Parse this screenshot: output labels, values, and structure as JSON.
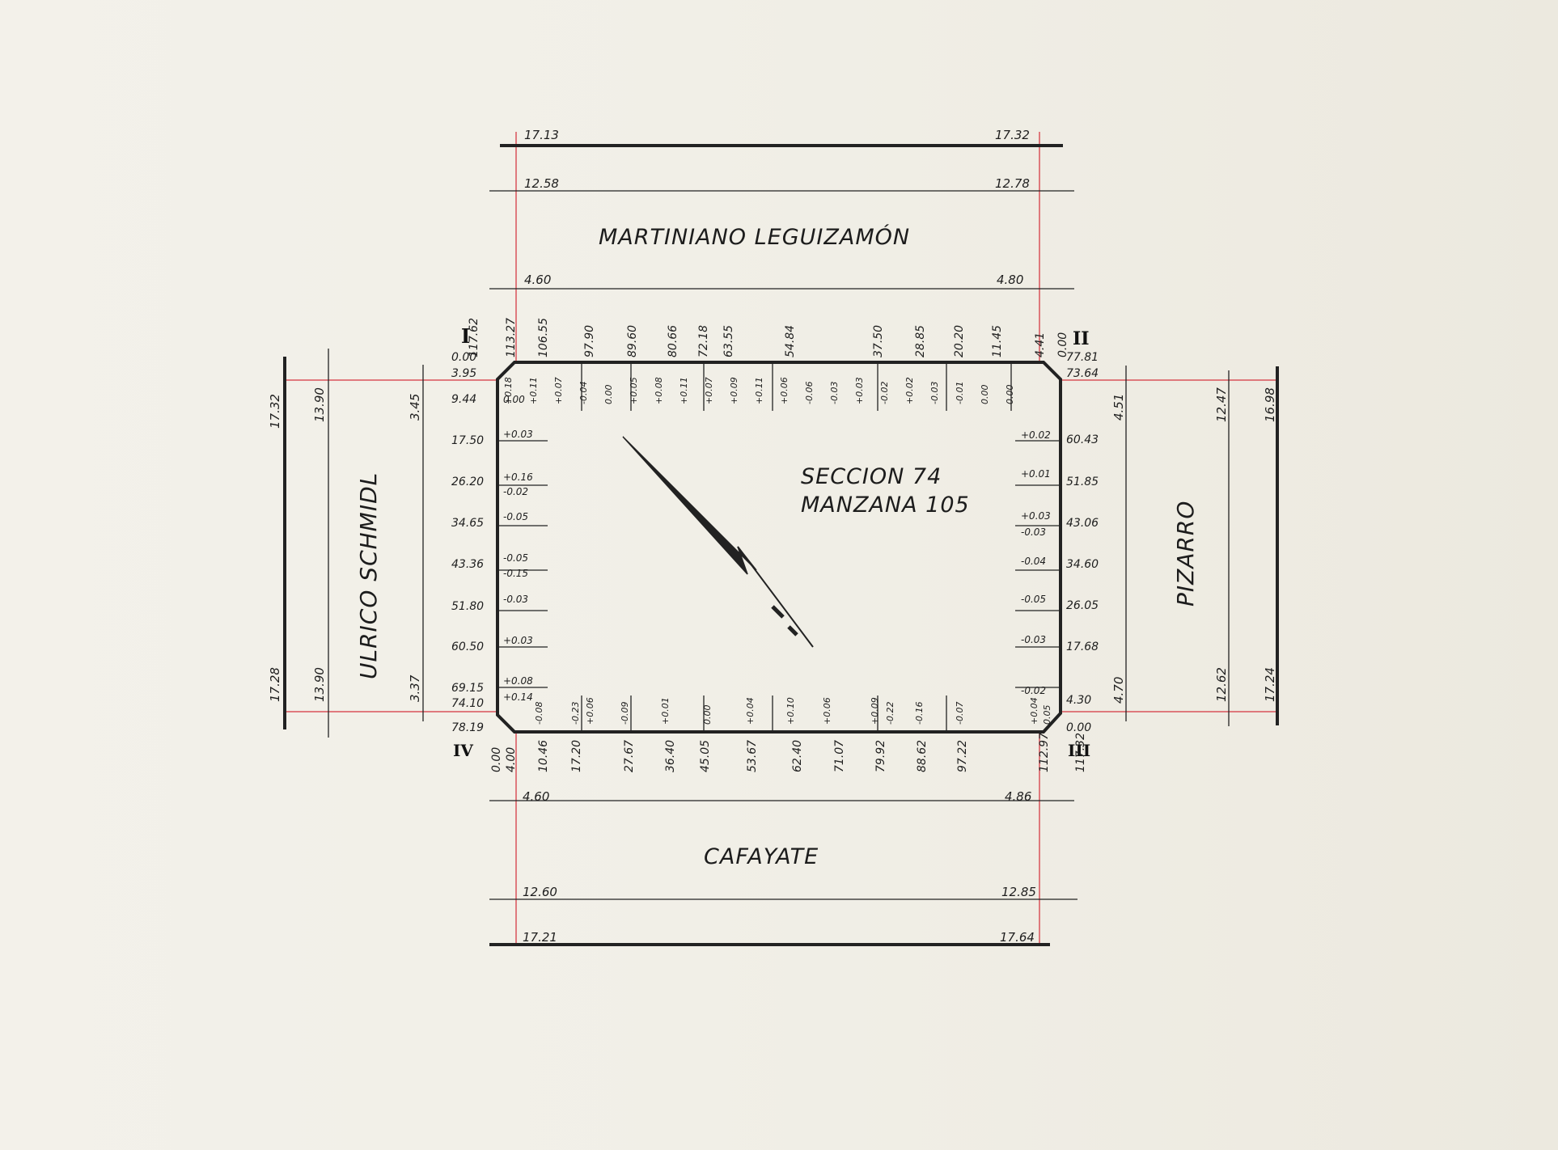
{
  "block": {
    "section_label": "SECCION 74",
    "block_label": "MANZANA 105",
    "vertices": {
      "I": "I",
      "II": "II",
      "III": "III",
      "IV": "IV"
    }
  },
  "streets": {
    "north": {
      "name": "MARTINIANO LEGUIZAMÓN",
      "top_left": "17.13",
      "top_right": "17.32",
      "mid_left": "12.58",
      "mid_right": "12.78",
      "low_left": "4.60",
      "low_right": "4.80"
    },
    "south": {
      "name": "CAFAYATE",
      "top_left": "4.60",
      "top_right": "4.86",
      "mid_left": "12.60",
      "mid_right": "12.85",
      "low_left": "17.21",
      "low_right": "17.64"
    },
    "west": {
      "name": "ULRICO SCHMIDL",
      "outer_top": "17.32",
      "mid_top": "13.90",
      "inner_top": "3.45",
      "outer_bottom": "17.28",
      "mid_bottom": "13.90",
      "inner_bottom": "3.37"
    },
    "east": {
      "name": "PIZARRO",
      "inner_top": "4.51",
      "mid_top": "12.47",
      "outer_top": "16.98",
      "inner_bottom": "4.70",
      "mid_bottom": "12.62",
      "outer_bottom": "17.24"
    }
  },
  "top_side": {
    "chainage": [
      "117.62",
      "113.27",
      "106.55",
      "97.90",
      "89.60",
      "80.66",
      "72.18",
      "63.55",
      "54.84",
      "37.50",
      "28.85",
      "20.20",
      "11.45",
      "4.41",
      "0.00"
    ],
    "diffs": [
      "+0.18",
      "+0.11",
      "+0.07",
      "-0.04",
      "0.00",
      "+0.05",
      "+0.08",
      "+0.11",
      "+0.07",
      "+0.09",
      "+0.11",
      "+0.06",
      "-0.06",
      "-0.03",
      "+0.03",
      "-0.02",
      "+0.02",
      "-0.03",
      "-0.01",
      "0.00",
      "0.00"
    ]
  },
  "bottom_side": {
    "chainage": [
      "0.00",
      "4.00",
      "10.46",
      "17.20",
      "27.67",
      "36.40",
      "45.05",
      "53.67",
      "62.40",
      "71.07",
      "79.92",
      "88.62",
      "97.22",
      "112.97",
      "117.32"
    ],
    "diffs": [
      "-0.08",
      "-0.23",
      "+0.06",
      "-0.09",
      "+0.01",
      "0.00",
      "+0.04",
      "+0.10",
      "+0.06",
      "+0.09",
      "-0.22",
      "-0.16",
      "-0.07",
      "+0.04",
      "0.05"
    ]
  },
  "left_side": {
    "chainage": [
      "0.00",
      "3.95",
      "9.44",
      "17.50",
      "26.20",
      "34.65",
      "43.36",
      "51.80",
      "60.50",
      "69.15",
      "74.10",
      "78.19"
    ],
    "diffs": [
      "0.00",
      "+0.03",
      "+0.16",
      "-0.02",
      "-0.05",
      "-0.05",
      "-0.15",
      "-0.03",
      "+0.03",
      "+0.08",
      "+0.14"
    ]
  },
  "right_side": {
    "chainage": [
      "77.81",
      "73.64",
      "60.43",
      "51.85",
      "43.06",
      "34.60",
      "26.05",
      "17.68",
      "4.30",
      "0.00"
    ],
    "diffs": [
      "+0.02",
      "+0.01",
      "+0.03",
      "-0.03",
      "-0.04",
      "-0.05",
      "-0.03",
      "-0.02"
    ]
  },
  "colors": {
    "red_line": "#d9535a",
    "ink": "#222222",
    "paper": "#f1efe7"
  }
}
